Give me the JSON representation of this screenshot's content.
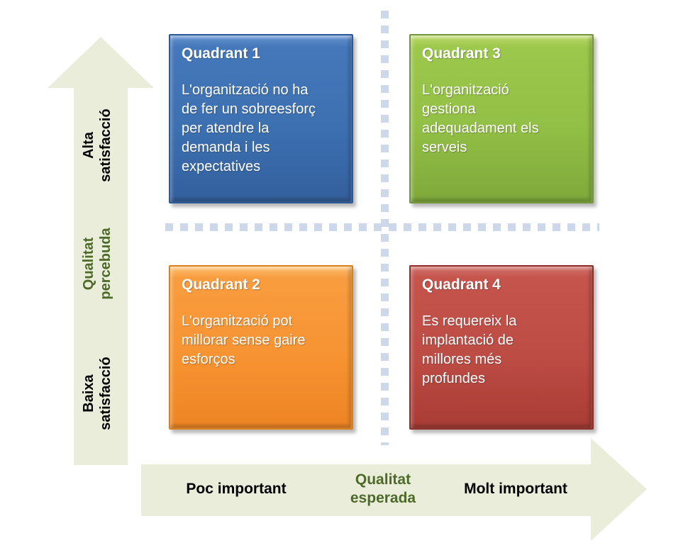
{
  "quadrants": [
    {
      "title": "Quadrant 1",
      "text": "L'organització no ha\nde fer un sobreesforç\nper atendre la\ndemanda i les\nexpectatives",
      "fill": "#3c70b1",
      "border": "#2b5997"
    },
    {
      "title": "Quadrant 3",
      "text": "L'organització\ngestiona\nadequadament els\nserveis",
      "fill": "#92bf45",
      "border": "#73953b"
    },
    {
      "title": "Quadrant 2",
      "text": "L'organització pot\nmillorar sense gaire\nesforços",
      "fill": "#f79332",
      "border": "#d8821c"
    },
    {
      "title": "Quadrant 4",
      "text": "Es requereix la\nimplantació de\nmillores més\nprofundes",
      "fill": "#bd4c44",
      "border": "#8e2f2a"
    }
  ],
  "y_axis": {
    "high": {
      "line1": "Alta",
      "line2": "satisfacció"
    },
    "title": {
      "line1": "Qualitat",
      "line2": "percebuda"
    },
    "low": {
      "line1": "Baixa",
      "line2": "satisfacció"
    }
  },
  "x_axis": {
    "low": "Poc important",
    "title": {
      "line1": "Qualitat",
      "line2": "esperada"
    },
    "high": "Molt important"
  },
  "colors": {
    "arrow_fill": "#e9edda",
    "divider_dash": "#cdd9ea",
    "axis_title_text": "#4d6a28",
    "axis_end_text": "#000000",
    "quadrant_text": "#ffffff"
  }
}
